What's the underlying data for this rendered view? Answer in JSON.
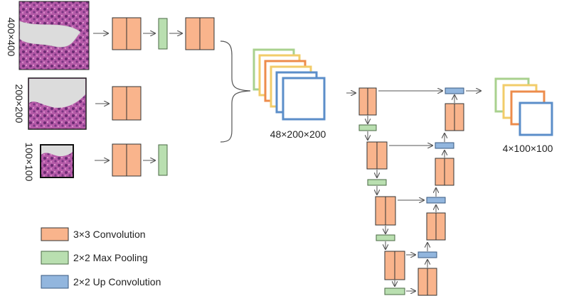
{
  "inputs": [
    {
      "label": "400×400"
    },
    {
      "label": "200×200"
    },
    {
      "label": "100×100"
    }
  ],
  "feature_stack": {
    "label": "48×200×200"
  },
  "output_stack": {
    "label": "4×100×100"
  },
  "legend": [
    {
      "label": "3×3 Convolution",
      "color": "#f9b48c"
    },
    {
      "label": "2×2 Max Pooling",
      "color": "#b9dfb0"
    },
    {
      "label": "2×2 Up Convolution",
      "color": "#92b6de"
    }
  ],
  "colors": {
    "conv_fill": "#f9b48c",
    "conv_stroke": "#333333",
    "pool_fill": "#b9dfb0",
    "pool_stroke": "#4a6a44",
    "up_fill": "#92b6de",
    "up_stroke": "#3a5a80",
    "stack_green": "#a9d18e",
    "stack_yellow": "#f2cc6a",
    "stack_orange": "#ed8c4c",
    "stack_blue": "#5b8ec9",
    "tissue": "#a0519b",
    "lumen": "#d8d8d8"
  }
}
